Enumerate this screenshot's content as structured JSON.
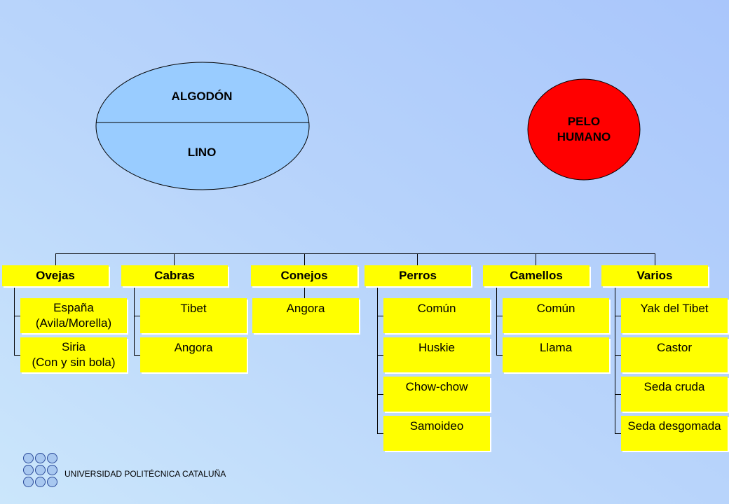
{
  "oval": {
    "top_label": "ALGODÓN",
    "bottom_label": "LINO",
    "fill": "#99ccff"
  },
  "circle": {
    "label_line1": "PELO",
    "label_line2": "HUMANO",
    "fill": "#ff0000"
  },
  "categories": [
    {
      "label": "Ovejas",
      "items": [
        [
          "España",
          "(Avila/Morella)"
        ],
        [
          "Siria",
          "(Con y sin bola)"
        ]
      ]
    },
    {
      "label": "Cabras",
      "items": [
        [
          "Tibet"
        ],
        [
          "Angora"
        ]
      ]
    },
    {
      "label": "Conejos",
      "items": [
        [
          "Angora"
        ]
      ]
    },
    {
      "label": "Perros",
      "items": [
        [
          "Común"
        ],
        [
          "Huskie"
        ],
        [
          "Chow-chow"
        ],
        [
          "Samoideo"
        ]
      ]
    },
    {
      "label": "Camellos",
      "items": [
        [
          "Común"
        ],
        [
          "Llama"
        ]
      ]
    },
    {
      "label": "Varios",
      "items": [
        [
          "Yak del Tibet"
        ],
        [
          "Castor"
        ],
        [
          "Seda cruda"
        ],
        [
          "Seda desgomada"
        ]
      ]
    }
  ],
  "footer": "UNIVERSIDAD POLITÉCNICA CATALUÑA",
  "colors": {
    "box": "#ffff00",
    "lines": "#000000"
  }
}
